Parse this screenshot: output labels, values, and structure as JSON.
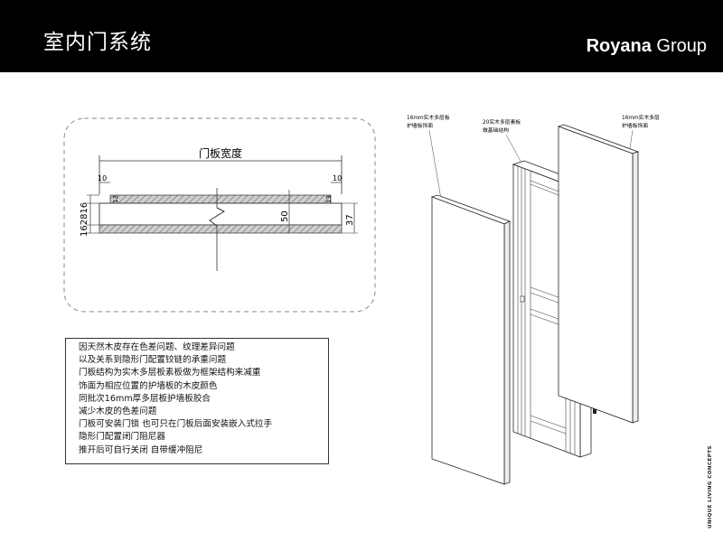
{
  "header": {
    "title": "室内门系统",
    "brand_bold": "Royana",
    "brand_light": " Group"
  },
  "section_drawing": {
    "width_label": "门板宽度",
    "dim_left_top": "10",
    "dim_right_top": "10",
    "dim_left_stack": "162816",
    "dim_inner_13_left": "13",
    "dim_inner_13_right": "13",
    "dim_50": "50",
    "dim_37": "37"
  },
  "notes": [
    "因天然木皮存在色差问题、纹理差异问题",
    "以及关系到隐形门配置铰链的承重问题",
    "门板结构为实木多层板素板做为框架结构来减重",
    "饰面为相应位置的护墙板的木皮颜色",
    "同批次16mm厚多层板护墙板胶合",
    "减少木皮的色差问题",
    "门板可安装门锁  也可只在门板后面安装嵌入式拉手",
    "隐形门配置闭门阻尼器",
    "推开后可自行关闭  自带缓冲阻尼"
  ],
  "door_labels": {
    "left_1": "16mm实木多层板",
    "left_2": "护墙板饰面",
    "mid_1": "20实木多层素板",
    "mid_2": "做基础结构",
    "right_1": "16mm实木多层板",
    "right_2": "护墙板饰面"
  },
  "tagline": "UNIQUE LIVING CONCEPTS"
}
